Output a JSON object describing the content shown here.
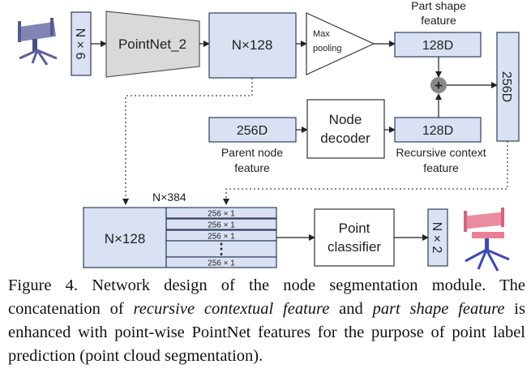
{
  "diagram": {
    "input_dim": "N × 6",
    "pointnet": "PointNet_2",
    "feat_n128": "N×128",
    "max_pool_line1": "Max",
    "max_pool_line2": "pooling",
    "part_shape_line1": "Part shape",
    "part_shape_line2": "feature",
    "part_128d": "128D",
    "plus": "+",
    "concat_256d": "256D",
    "parent_256d": "256D",
    "parent_label_line1": "Parent node",
    "parent_label_line2": "feature",
    "node_decoder_line1": "Node",
    "node_decoder_line2": "decoder",
    "recursive_128d": "128D",
    "recursive_label_line1": "Recursive context",
    "recursive_label_line2": "feature",
    "n384": "N×384",
    "bottom_n128": "N×128",
    "stack_cells": [
      "256 × 1",
      "256 × 1",
      "256 × 1",
      "256 × 1"
    ],
    "stack_dots": "⋮",
    "classifier_line1": "Point",
    "classifier_line2": "classifier",
    "output_dim": "N × 2",
    "colors": {
      "box_fill": "#d9e1f2",
      "box_stroke": "#2f3e5c",
      "gray_box": "#d9d9d9"
    }
  },
  "caption": {
    "p1": "Figure 4. Network design of the node segmentation module. The concatenation of ",
    "i1": "recursive contextual feature",
    "p2": " and ",
    "i2": "part shape feature",
    "p3": " is enhanced with point-wise PointNet features for the purpose of point label prediction (point cloud segmentation)."
  }
}
